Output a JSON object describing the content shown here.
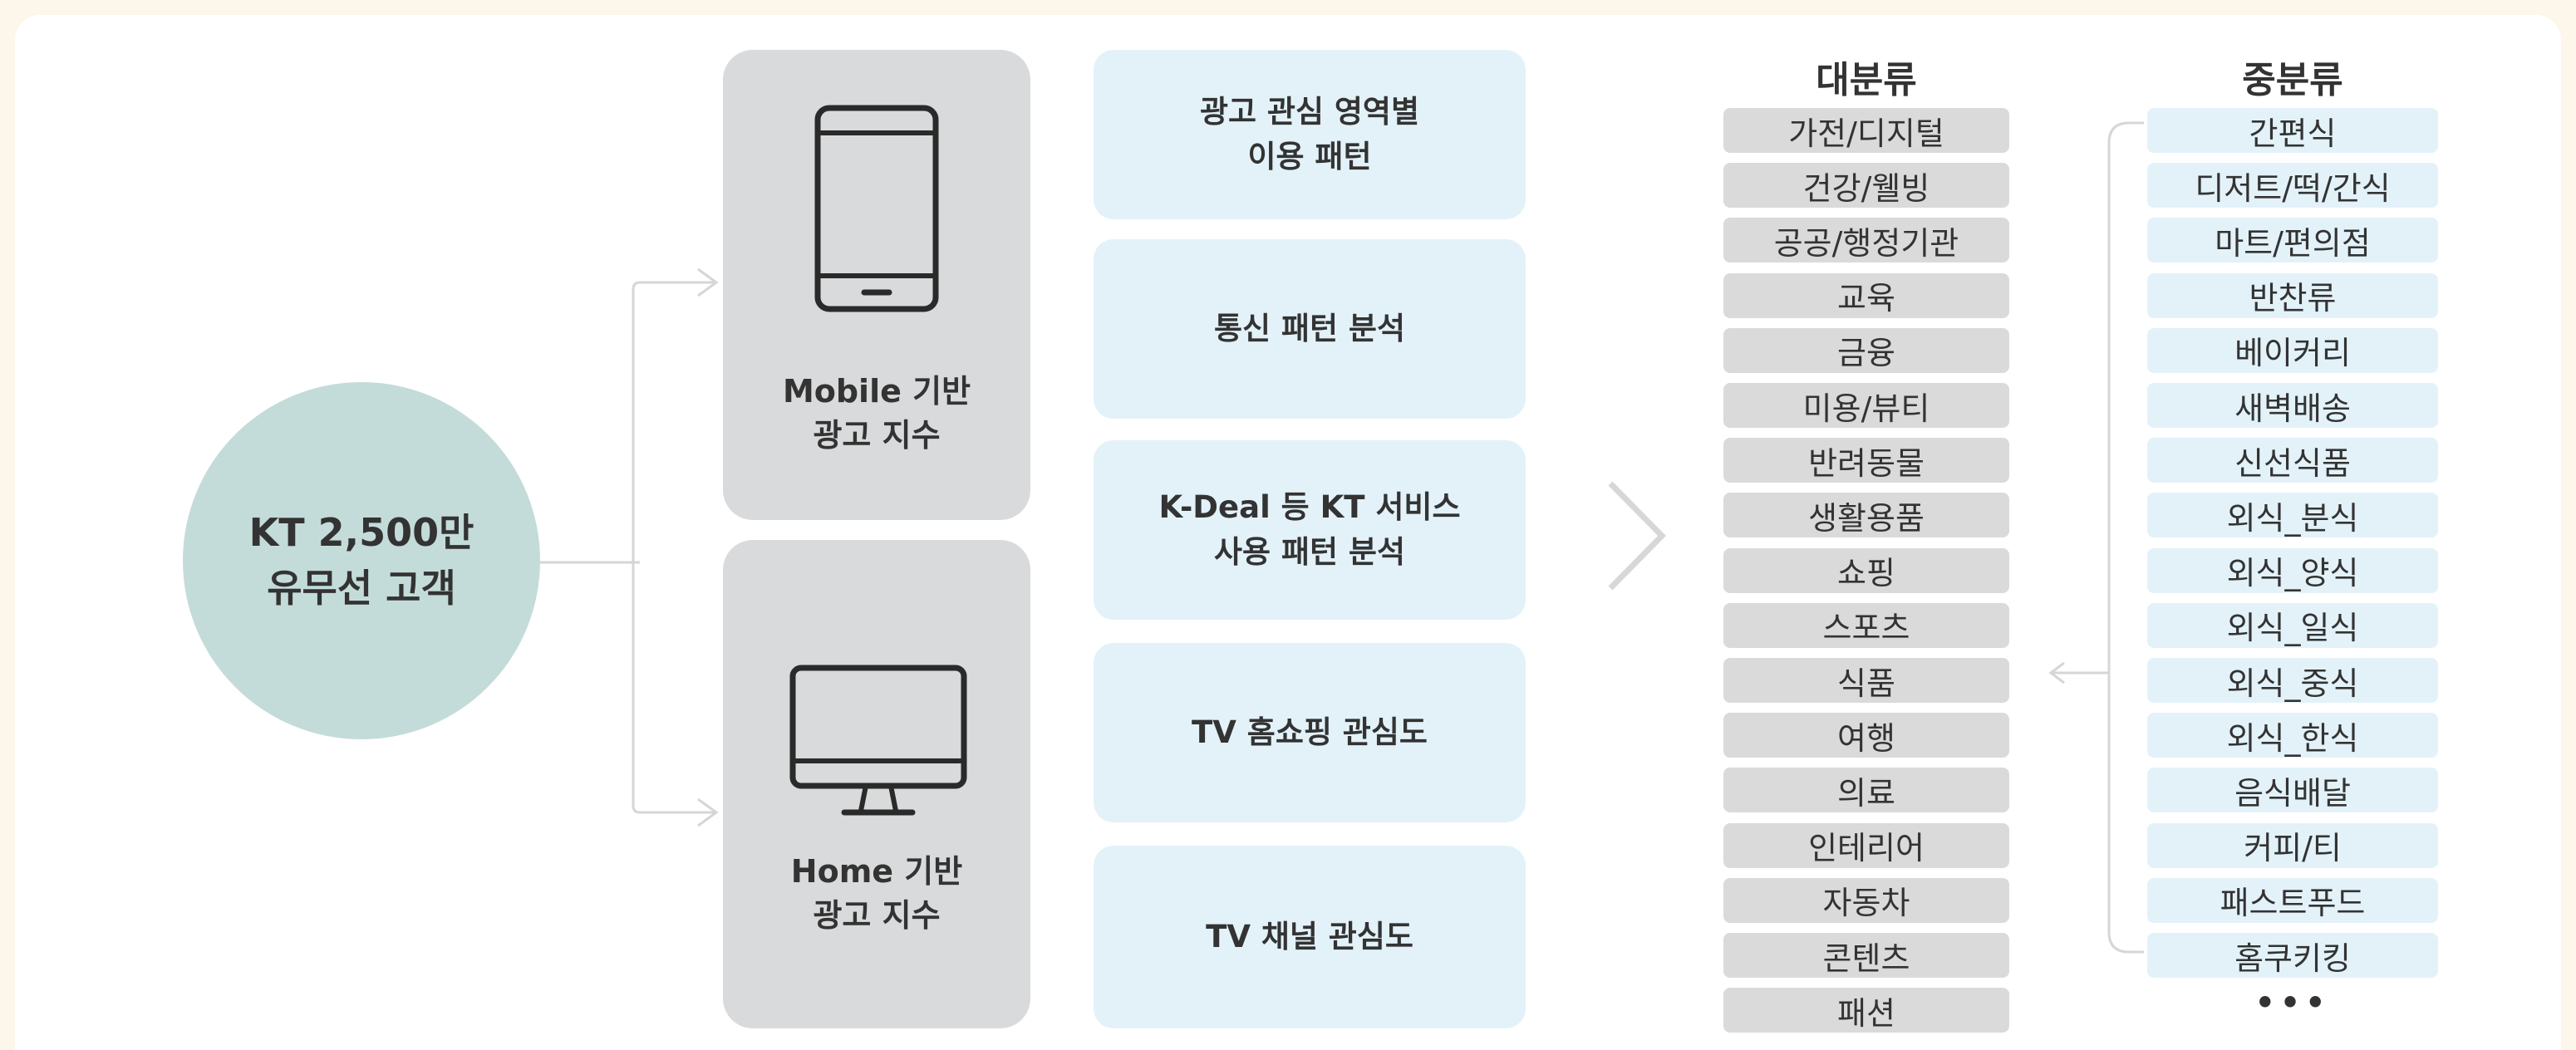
{
  "customer": {
    "line1": "KT 2,500만",
    "line2": "유무선 고객"
  },
  "mobile": {
    "label_line1": "Mobile 기반",
    "label_line2": "광고 지수",
    "icon": "smartphone-icon"
  },
  "home": {
    "label_line1": "Home 기반",
    "label_line2": "광고 지수",
    "icon": "monitor-icon"
  },
  "analyses": [
    {
      "line1": "광고 관심 영역별",
      "line2": "이용 패턴"
    },
    {
      "line1": "통신 패턴 분석",
      "line2": ""
    },
    {
      "line1": "K-Deal 등 KT 서비스",
      "line2": "사용 패턴 분석"
    },
    {
      "line1": "TV 홈쇼핑 관심도",
      "line2": ""
    },
    {
      "line1": "TV 채널 관심도",
      "line2": ""
    }
  ],
  "major_category": {
    "header": "대분류",
    "items": [
      "가전/디지털",
      "건강/웰빙",
      "공공/행정기관",
      "교육",
      "금융",
      "미용/뷰티",
      "반려동물",
      "생활용품",
      "쇼핑",
      "스포츠",
      "식품",
      "여행",
      "의료",
      "인테리어",
      "자동차",
      "콘텐츠",
      "패션"
    ]
  },
  "middle_category": {
    "header": "중분류",
    "items": [
      "간편식",
      "디저트/떡/간식",
      "마트/편의점",
      "반찬류",
      "베이커리",
      "새벽배송",
      "신선식품",
      "외식_분식",
      "외식_양식",
      "외식_일식",
      "외식_중식",
      "외식_한식",
      "음식배달",
      "커피/티",
      "패스트푸드",
      "홈쿠키킹"
    ],
    "more": "•••"
  },
  "colors": {
    "background": "#fdf6ea",
    "circle": "#c4dcd9",
    "device_panel": "#d9dadb",
    "analysis_box": "#e3f2f9",
    "major_item": "#dadada",
    "connector": "#d6d6d6"
  }
}
